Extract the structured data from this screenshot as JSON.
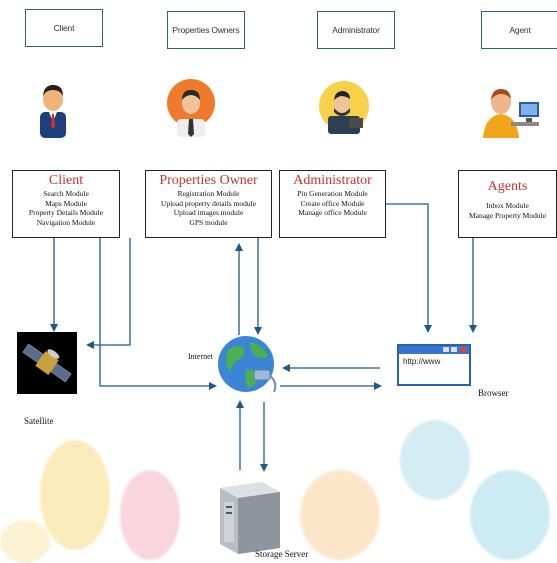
{
  "roles": [
    {
      "label": "Client"
    },
    {
      "label": "Properties Owners"
    },
    {
      "label": "Administrator"
    },
    {
      "label": "Agent"
    }
  ],
  "modules": [
    {
      "title": "Client",
      "items": [
        "Search Module",
        "Maps Module",
        "Property Details Module",
        "Navigation Module"
      ]
    },
    {
      "title": "Properties Owner",
      "items": [
        "Registration Module",
        "Upload property details module",
        "Upload images module",
        "GPS module"
      ]
    },
    {
      "title": "Administrator",
      "items": [
        "Pin Generation Module",
        "Create office Module",
        "Manage office Module"
      ]
    },
    {
      "title": "Agents",
      "items": [
        "Inbox Module",
        "Manage Property Module"
      ]
    }
  ],
  "nodes": {
    "satellite": "Satellite",
    "internet": "Internet",
    "browser": "Browser",
    "browser_url": "http://www",
    "storage": "Storage Server"
  },
  "colors": {
    "box_border": "#2f5f87",
    "arrow": "#1f5a86",
    "module_title": "#c0392b"
  }
}
